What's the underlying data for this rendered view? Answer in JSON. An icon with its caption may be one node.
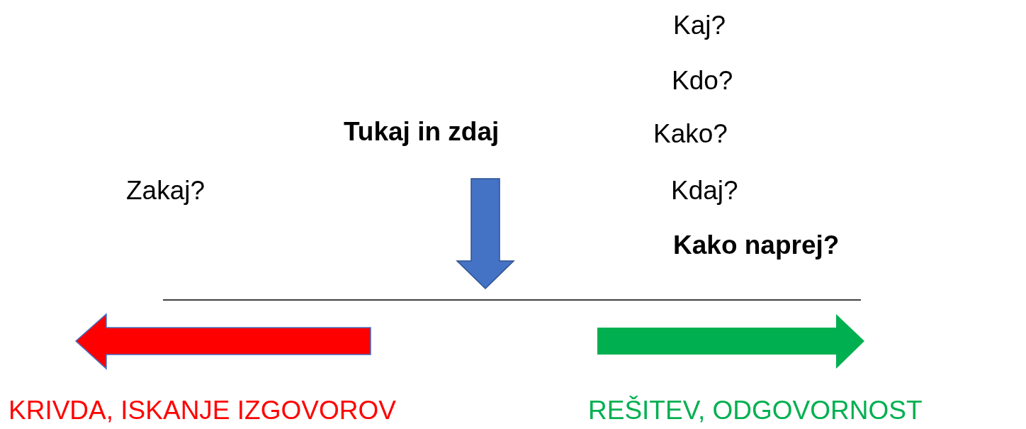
{
  "diagram": {
    "labels": [
      "Kaj?",
      "Kdo?",
      "Tukaj in zdaj",
      "Kako?",
      "Zakaj?",
      "Kdaj?",
      "Kako naprej?",
      "KRIVDA, ISKANJE IZGOVOROV",
      "REŠITEV, ODGOVORNOST"
    ]
  }
}
